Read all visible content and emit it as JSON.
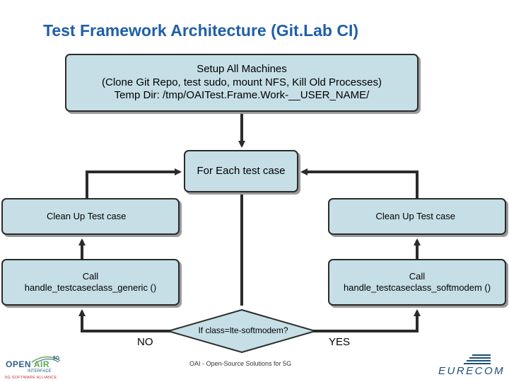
{
  "title": "Test Framework Architecture (Git.Lab CI)",
  "setup": {
    "line1": "Setup All Machines",
    "line2": "(Clone Git Repo, test sudo, mount NFS, Kill Old Processes)",
    "line3": "Temp Dir: /tmp/OAITest.Frame.Work-__USER_NAME/"
  },
  "foreach": "For Each test case",
  "clean_left": "Clean Up Test case",
  "clean_right": "Clean Up Test case",
  "call_left": {
    "line1": "Call",
    "line2": "handle_testcaseclass_generic ()"
  },
  "call_right": {
    "line1": "Call",
    "line2": "handle_testcaseclass_softmodem ()"
  },
  "decision": "If class=lte-softmodem?",
  "no_label": "NO",
  "yes_label": "YES",
  "footer": "OAI - Open-Source Solutions for 5G",
  "oai_logo": {
    "line1a": "OPEN",
    "line1b": "AIR",
    "line2": "INTERFACE",
    "line3": "5G SOFTWARE ALLIANCE",
    "badge": "5G"
  },
  "eurecom_logo": {
    "word": "EURECOM"
  },
  "colors": {
    "title": "#1f5fa8",
    "box_fill": "#c6dfe6",
    "stroke": "#2b2b2b",
    "decision_fill": "#c6dfe6"
  }
}
